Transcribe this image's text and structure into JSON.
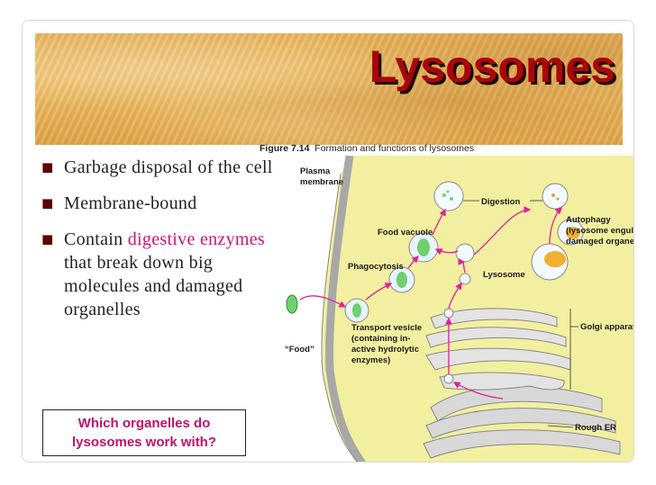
{
  "slide": {
    "title": "Lysosomes",
    "bullets": [
      {
        "text": "Garbage disposal of the cell"
      },
      {
        "text": "Membrane-bound"
      },
      {
        "text_before": "Contain ",
        "highlight": "digestive enzymes",
        "text_after": " that break down big molecules and damaged organelles"
      }
    ],
    "question": {
      "line1": "Which organelles do",
      "line2": "lysosomes work with?"
    }
  },
  "figure": {
    "caption_number": "Figure 7.14",
    "caption_title": "Formation and functions of lysosomes",
    "labels": {
      "plasma_membrane_1": "Plasma",
      "plasma_membrane_2": "membrane",
      "digestion": "Digestion",
      "autophagy_1": "Autophagy",
      "autophagy_2": "(lysosome engulfing",
      "autophagy_3": "damaged organelle)",
      "food_vacuole": "Food vacuole",
      "phagocytosis": "Phagocytosis",
      "lysosome": "Lysosome",
      "golgi": "Golgi apparatus",
      "transport_1": "Transport vesicle",
      "transport_2": "(containing in-",
      "transport_3": "active hydrolytic",
      "transport_4": "enzymes)",
      "food": "“Food”",
      "rough_er": "Rough ER"
    }
  },
  "colors": {
    "title": "#a9060a",
    "highlight": "#d0107a",
    "cell_fill": "#f3efa0",
    "arrow": "#e0209a"
  }
}
